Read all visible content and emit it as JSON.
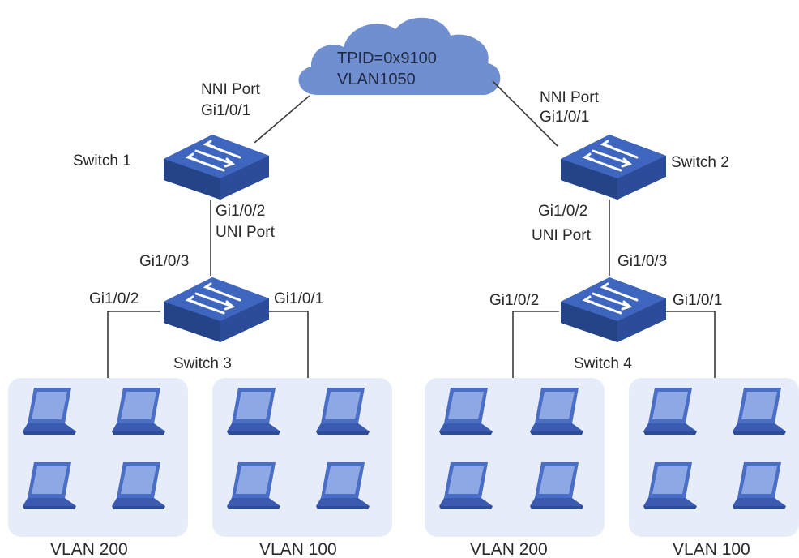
{
  "cloud": {
    "line1": "TPID=0x9100",
    "line2": "VLAN1050"
  },
  "switches": [
    {
      "name": "Switch 1"
    },
    {
      "name": "Switch 2"
    },
    {
      "name": "Switch 3"
    },
    {
      "name": "Switch 4"
    }
  ],
  "ports": {
    "sw1_nni_type": "NNI Port",
    "sw1_nni_id": "Gi1/0/1",
    "sw1_uni_id": "Gi1/0/2",
    "sw1_uni_type": "UNI Port",
    "sw2_nni_type": "NNI Port",
    "sw2_nni_id": "Gi1/0/1",
    "sw2_uni_id": "Gi1/0/2",
    "sw2_uni_type": "UNI Port",
    "sw3_up": "Gi1/0/3",
    "sw3_left": "Gi1/0/2",
    "sw3_right": "Gi1/0/1",
    "sw4_up": "Gi1/0/3",
    "sw4_left": "Gi1/0/2",
    "sw4_right": "Gi1/0/1"
  },
  "groups": [
    {
      "label": "VLAN 200"
    },
    {
      "label": "VLAN 100"
    },
    {
      "label": "VLAN 200"
    },
    {
      "label": "VLAN 100"
    }
  ],
  "colors": {
    "switch_top": "#3f66bf",
    "switch_side": "#2c4c9a",
    "cloud": "#6f8fd0",
    "group_bg": "#e6ecf8",
    "laptop": "#4a6dc6"
  }
}
